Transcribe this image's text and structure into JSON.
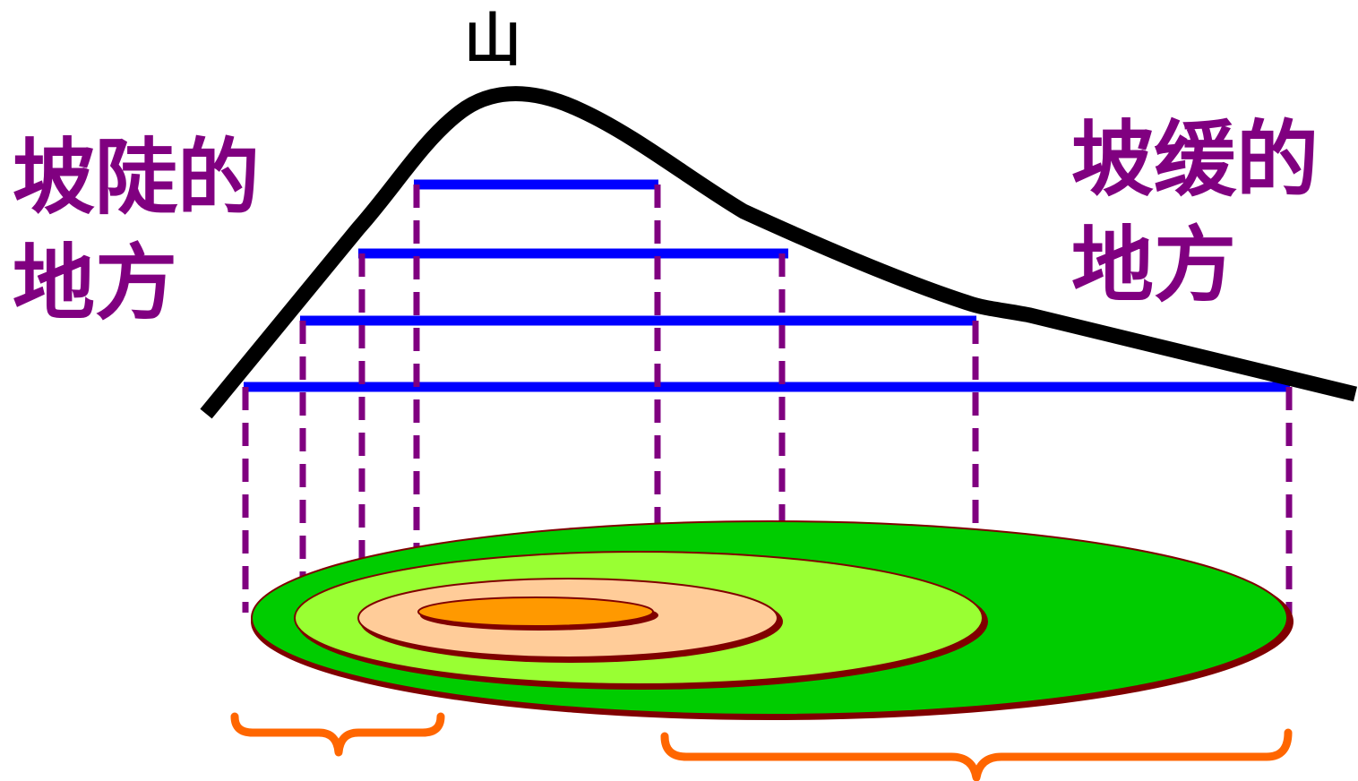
{
  "labels": {
    "mountain": "山",
    "steep_line1": "坡陡的",
    "steep_line2": "地方",
    "gentle_line1": "坡缓的",
    "gentle_line2": "地方"
  },
  "colors": {
    "profile_line": "#000000",
    "contour_line": "#0000ff",
    "projection_line": "#800080",
    "brace": "#ff6600",
    "label_text": "#800080",
    "ring_outer": "#00cc00",
    "ring_second": "#99ff33",
    "ring_third": "#ffcc99",
    "ring_summit": "#ff9900",
    "ring_border": "#800000"
  }
}
